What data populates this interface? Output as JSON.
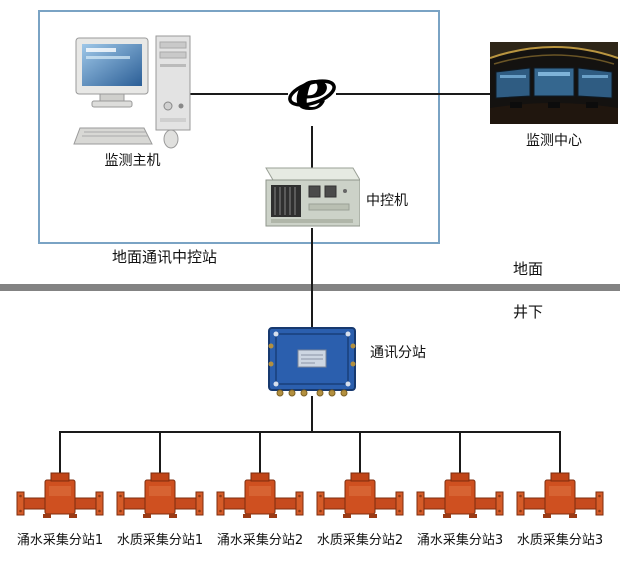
{
  "nodes": {
    "host": {
      "label": "监测主机"
    },
    "center": {
      "label": "监测中心"
    },
    "server": {
      "label": "中控机"
    },
    "ground_station": {
      "label": "地面通讯中控站"
    },
    "surface": {
      "label": "地面"
    },
    "underground": {
      "label": "井下"
    },
    "substation": {
      "label": "通讯分站"
    }
  },
  "devices": [
    {
      "label": "涌水采集分站1"
    },
    {
      "label": "水质采集分站1"
    },
    {
      "label": "涌水采集分站2"
    },
    {
      "label": "水质采集分站2"
    },
    {
      "label": "涌水采集分站3"
    },
    {
      "label": "水质采集分站3"
    }
  ],
  "colors": {
    "boundary_border": "#7aa3c4",
    "divider_gray": "#838383",
    "junction_blue": "#2b5fae",
    "device_orange": "#cf5020",
    "connector_black": "#1a1a1a"
  }
}
